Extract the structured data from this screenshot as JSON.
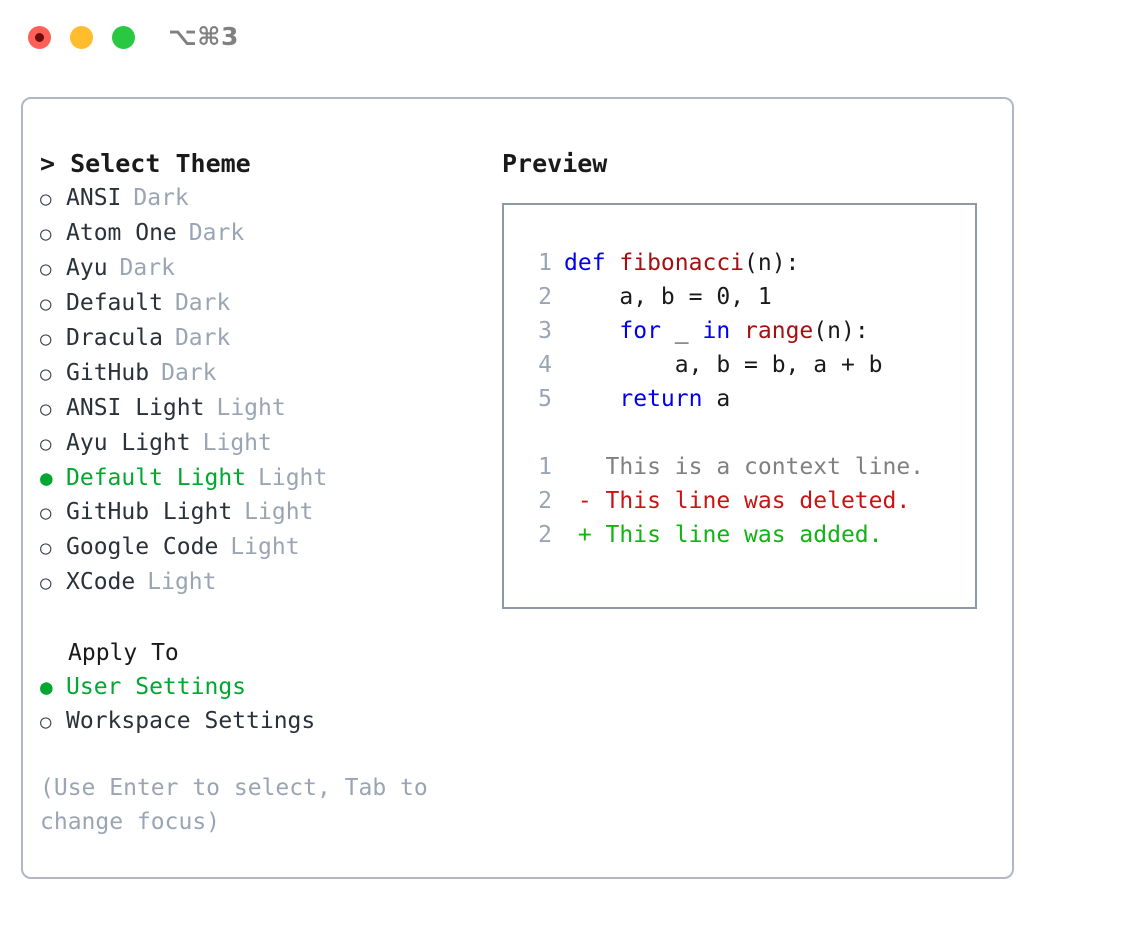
{
  "window": {
    "shortcut": "⌥⌘3",
    "controls": [
      {
        "name": "close",
        "color": "#ff5f57"
      },
      {
        "name": "minimize",
        "color": "#ffbd2e"
      },
      {
        "name": "maximize",
        "color": "#28c840"
      }
    ]
  },
  "theme_picker": {
    "title": "> Select Theme",
    "selected_marker": "●",
    "unselected_marker": "○",
    "accent_color": "#00a832",
    "options": [
      {
        "label": "ANSI",
        "tag": "Dark",
        "selected": false
      },
      {
        "label": "Atom One",
        "tag": "Dark",
        "selected": false
      },
      {
        "label": "Ayu",
        "tag": "Dark",
        "selected": false
      },
      {
        "label": "Default",
        "tag": "Dark",
        "selected": false
      },
      {
        "label": "Dracula",
        "tag": "Dark",
        "selected": false
      },
      {
        "label": "GitHub",
        "tag": "Dark",
        "selected": false
      },
      {
        "label": "ANSI Light",
        "tag": "Light",
        "selected": false
      },
      {
        "label": "Ayu Light",
        "tag": "Light",
        "selected": false
      },
      {
        "label": "Default Light",
        "tag": "Light",
        "selected": true
      },
      {
        "label": "GitHub Light",
        "tag": "Light",
        "selected": false
      },
      {
        "label": "Google Code",
        "tag": "Light",
        "selected": false
      },
      {
        "label": "XCode",
        "tag": "Light",
        "selected": false
      }
    ]
  },
  "apply_to": {
    "title": "Apply To",
    "options": [
      {
        "label": "User Settings",
        "selected": true
      },
      {
        "label": "Workspace Settings",
        "selected": false
      }
    ]
  },
  "hint": "(Use Enter to select, Tab to change focus)",
  "preview": {
    "title": "Preview",
    "code_lines": [
      {
        "number": "1",
        "tokens": [
          {
            "t": "def ",
            "c": "kw"
          },
          {
            "t": "fibonacci",
            "c": "fn"
          },
          {
            "t": "(n):",
            "c": "plain"
          }
        ]
      },
      {
        "number": "2",
        "tokens": [
          {
            "t": "    a, b = 0, 1",
            "c": "plain"
          }
        ]
      },
      {
        "number": "3",
        "tokens": [
          {
            "t": "    ",
            "c": "plain"
          },
          {
            "t": "for",
            "c": "kw"
          },
          {
            "t": " _ ",
            "c": "plain"
          },
          {
            "t": "in ",
            "c": "kw"
          },
          {
            "t": "range",
            "c": "fn"
          },
          {
            "t": "(n):",
            "c": "plain"
          }
        ]
      },
      {
        "number": "4",
        "tokens": [
          {
            "t": "        a, b = b, a + b",
            "c": "plain"
          }
        ]
      },
      {
        "number": "5",
        "tokens": [
          {
            "t": "    ",
            "c": "plain"
          },
          {
            "t": "return",
            "c": "kw"
          },
          {
            "t": " a",
            "c": "plain"
          }
        ]
      }
    ],
    "diff_lines": [
      {
        "number": "1",
        "tokens": [
          {
            "t": "   This is a context line.",
            "c": "ctx"
          }
        ]
      },
      {
        "number": "2",
        "tokens": [
          {
            "t": " - This line was deleted.",
            "c": "del"
          }
        ]
      },
      {
        "number": "2",
        "tokens": [
          {
            "t": " + This line was added.",
            "c": "add"
          }
        ]
      }
    ]
  }
}
